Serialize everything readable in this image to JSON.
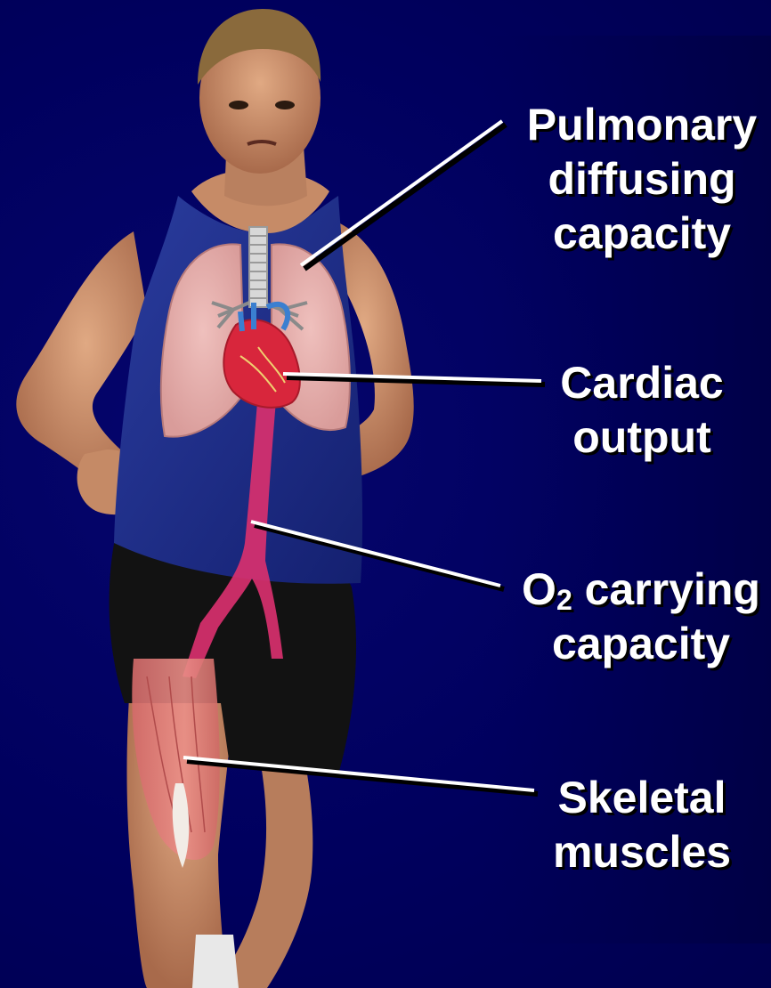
{
  "labels": {
    "pulmonary": {
      "line1": "Pulmonary",
      "line2": "diffusing",
      "line3": "capacity"
    },
    "cardiac": {
      "line1": "Cardiac",
      "line2": "output"
    },
    "o2": {
      "o": "O",
      "sub": "2",
      "rest": " carrying",
      "line2": "capacity"
    },
    "muscle": {
      "line1": "Skeletal",
      "line2": "muscles"
    }
  },
  "colors": {
    "background": "#00005a",
    "text": "#ffffff",
    "leader_line": "#ffffff",
    "lungs": "#e6a7a7",
    "heart": "#d8263c",
    "aorta": "#d8306e",
    "shirt": "#1e2d8a",
    "shorts": "#111111",
    "skin": "#c98e6a"
  }
}
